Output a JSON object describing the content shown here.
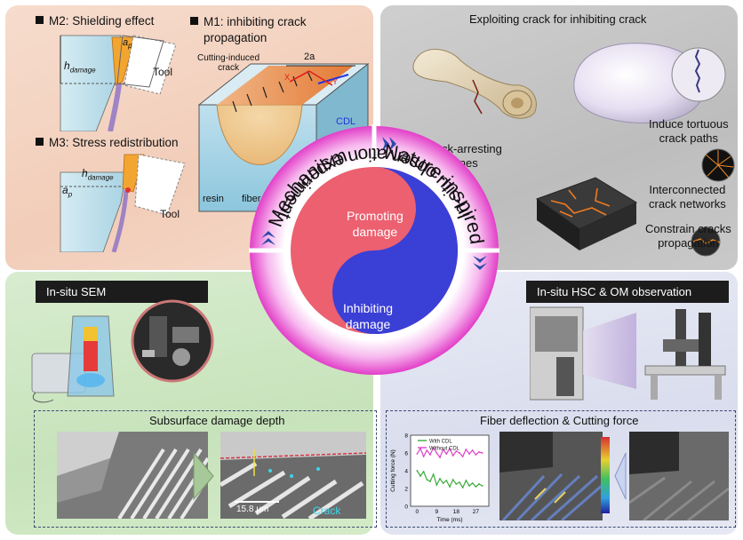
{
  "panels": {
    "mechanism": {
      "m2_title": "M2: Shielding effect",
      "m1_title_line1": "M1: inhibiting crack",
      "m1_title_line2": "propagation",
      "m3_title": "M3: Stress redistribution",
      "h_damage": "h",
      "h_damage_sub": "damage",
      "a_p": "a",
      "a_p_sub": "p",
      "tool": "Tool",
      "tool2": "Tool",
      "h_damage2": "h",
      "h_damage2_sub": "damage",
      "a_p2": "a",
      "a_p2_sub": "p",
      "cutting_induced_crack_line1": "Cutting-induced",
      "cutting_induced_crack_line2": "crack",
      "two_a": "2a",
      "x_axis": "X",
      "y_axis": "Y",
      "cdl": "CDL",
      "resin": "resin",
      "fiber": "fiber"
    },
    "nature": {
      "title": "Exploiting crack for inhibiting crack",
      "crack_arresting_line1": "Crack-arresting",
      "crack_arresting_line2": "zones",
      "tortuous_line1": "Induce tortuous",
      "tortuous_line2": "crack paths",
      "networks_line1": "Interconnected",
      "networks_line2": "crack networks",
      "constrain_line1": "Constrain cracks",
      "constrain_line2": "propagation"
    },
    "sem": {
      "title": "In-situ SEM",
      "subsurface_title": "Subsurface damage depth",
      "scale": "15.8 μm",
      "crack": "Crack"
    },
    "hsc": {
      "title": "In-situ HSC & OM observation",
      "fiber_title": "Fiber deflection & Cutting force"
    }
  },
  "center": {
    "mechanism": "Mechanism",
    "nature_inspired": "Nature-inspired",
    "in_situ": "In-situ observation experiment",
    "promoting_line1": "Promoting",
    "promoting_line2": "damage",
    "inhibiting_line1": "Inhibiting",
    "inhibiting_line2": "damage"
  },
  "chart_data": {
    "type": "line",
    "xlabel": "Time (ms)",
    "ylabel": "Cutting force (N)",
    "xlim": [
      -3,
      33
    ],
    "ylim": [
      0,
      8
    ],
    "x_ticks": [
      "0",
      "9",
      "18",
      "27"
    ],
    "y_ticks": [
      "0",
      "2",
      "4",
      "6",
      "8"
    ],
    "series": [
      {
        "name": "With CDL",
        "color": "#3aaa3a",
        "x": [
          0,
          1.5,
          3,
          4.5,
          6,
          7.5,
          9,
          10.5,
          12,
          13.5,
          15,
          16.5,
          18,
          19.5,
          21,
          22.5,
          24,
          25.5,
          27,
          28.5,
          30
        ],
        "values": [
          4.0,
          3.4,
          3.9,
          3.0,
          2.8,
          3.6,
          2.4,
          3.1,
          2.6,
          2.9,
          2.2,
          3.0,
          2.5,
          2.7,
          2.1,
          2.9,
          2.3,
          2.6,
          2.2,
          2.5,
          2.3
        ]
      },
      {
        "name": "Without CDL",
        "color": "#e040c8",
        "x": [
          0,
          1.5,
          3,
          4.5,
          6,
          7.5,
          9,
          10.5,
          12,
          13.5,
          15,
          16.5,
          18,
          19.5,
          21,
          22.5,
          24,
          25.5,
          27,
          28.5,
          30
        ],
        "values": [
          5.9,
          6.5,
          5.6,
          6.3,
          5.8,
          6.6,
          6.0,
          5.5,
          6.4,
          5.9,
          6.5,
          5.7,
          6.2,
          6.0,
          5.6,
          6.4,
          5.9,
          6.3,
          5.8,
          6.1,
          6.0
        ]
      }
    ]
  },
  "colors": {
    "promoting": "#3a3fd6",
    "inhibiting": "#ec6070",
    "ring": "#e53fc4",
    "arrow": "#2a4aa8"
  }
}
